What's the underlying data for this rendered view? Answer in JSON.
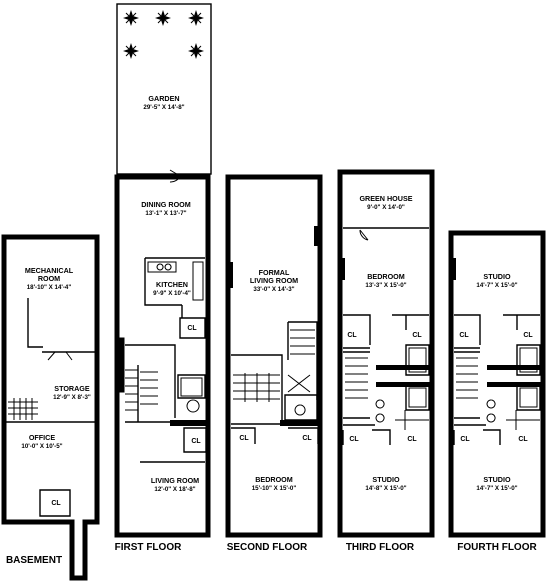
{
  "floors": {
    "basement": "BASEMENT",
    "first": "FIRST FLOOR",
    "second": "SECOND FLOOR",
    "third": "THIRD FLOOR",
    "fourth": "FOURTH FLOOR"
  },
  "rooms": {
    "garden": {
      "name": "GARDEN",
      "dims": "29'-5\" X 14'-8\""
    },
    "mechanical": {
      "name": "MECHANICAL",
      "name2": "ROOM",
      "dims": "18'-10\" X 14'-4\""
    },
    "storage": {
      "name": "STORAGE",
      "dims": "12'-9\" X 8'-3\""
    },
    "office": {
      "name": "OFFICE",
      "dims": "10'-0\" X 10'-5\""
    },
    "dining": {
      "name": "DINING ROOM",
      "dims": "13'-1\" X 13'-7\""
    },
    "kitchen": {
      "name": "KITCHEN",
      "dims": "9'-9\" X 10'-4\""
    },
    "living": {
      "name": "LIVING ROOM",
      "dims": "12'-0\" X 18'-8\""
    },
    "formal": {
      "name": "FORMAL",
      "name2": "LIVING ROOM",
      "dims": "33'-0\" X 14'-3\""
    },
    "bedroom2": {
      "name": "BEDROOM",
      "dims": "15'-10\" X 15'-0\""
    },
    "greenhouse": {
      "name": "GREEN HOUSE",
      "dims": "9'-0\" X 14'-0\""
    },
    "bedroom3": {
      "name": "BEDROOM",
      "dims": "13'-3\" X 15'-0\""
    },
    "studio3": {
      "name": "STUDIO",
      "dims": "14'-8\" X 15'-0\""
    },
    "studio4a": {
      "name": "STUDIO",
      "dims": "14'-7\" X 15'-0\""
    },
    "studio4b": {
      "name": "STUDIO",
      "dims": "14'-7\" X 15'-0\""
    }
  },
  "closet_label": "CL"
}
